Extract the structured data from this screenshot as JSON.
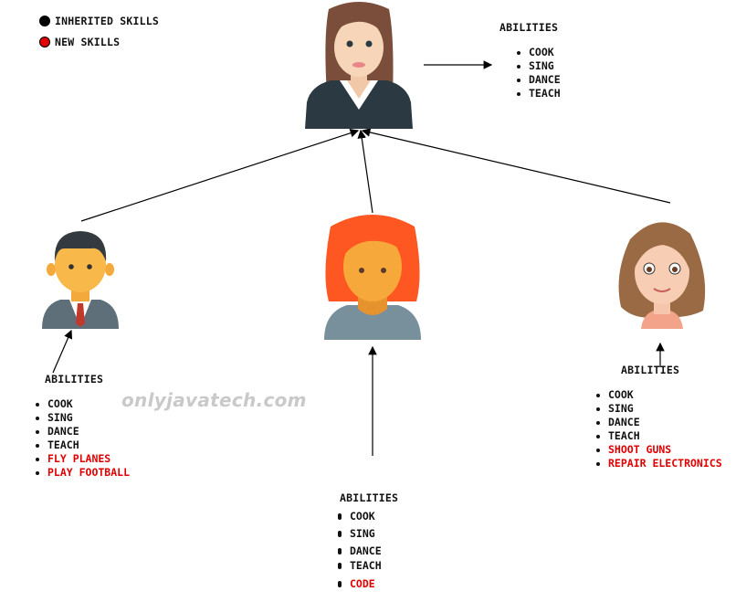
{
  "legend": {
    "inherited_label": "INHERITED SKILLS",
    "inherited_color": "#000000",
    "new_label": "NEW SKILLS",
    "new_color": "#e00000"
  },
  "watermark": "onlyjavatech.com",
  "parent": {
    "heading": "ABILITIES",
    "skills": [
      "COOK",
      "SING",
      "DANCE",
      "TEACH"
    ]
  },
  "child_left": {
    "heading": "ABILITIES",
    "inherited": [
      "COOK",
      "SING",
      "DANCE",
      "TEACH"
    ],
    "new": [
      "FLY PLANES",
      "PLAY FOOTBALL"
    ]
  },
  "child_middle": {
    "heading": "ABILITIES",
    "inherited": [
      "COOK",
      "SING",
      "DANCE",
      "TEACH"
    ],
    "new": [
      "CODE"
    ]
  },
  "child_right": {
    "heading": "ABILITIES",
    "inherited": [
      "COOK",
      "SING",
      "DANCE",
      "TEACH"
    ],
    "new": [
      "SHOOT GUNS",
      "REPAIR ELECTRONICS"
    ]
  },
  "icons": {
    "parent": "businesswoman-avatar-icon",
    "child_left": "businessman-avatar-icon",
    "child_middle": "redhead-woman-avatar-icon",
    "child_right": "cartoon-girl-avatar-icon"
  }
}
